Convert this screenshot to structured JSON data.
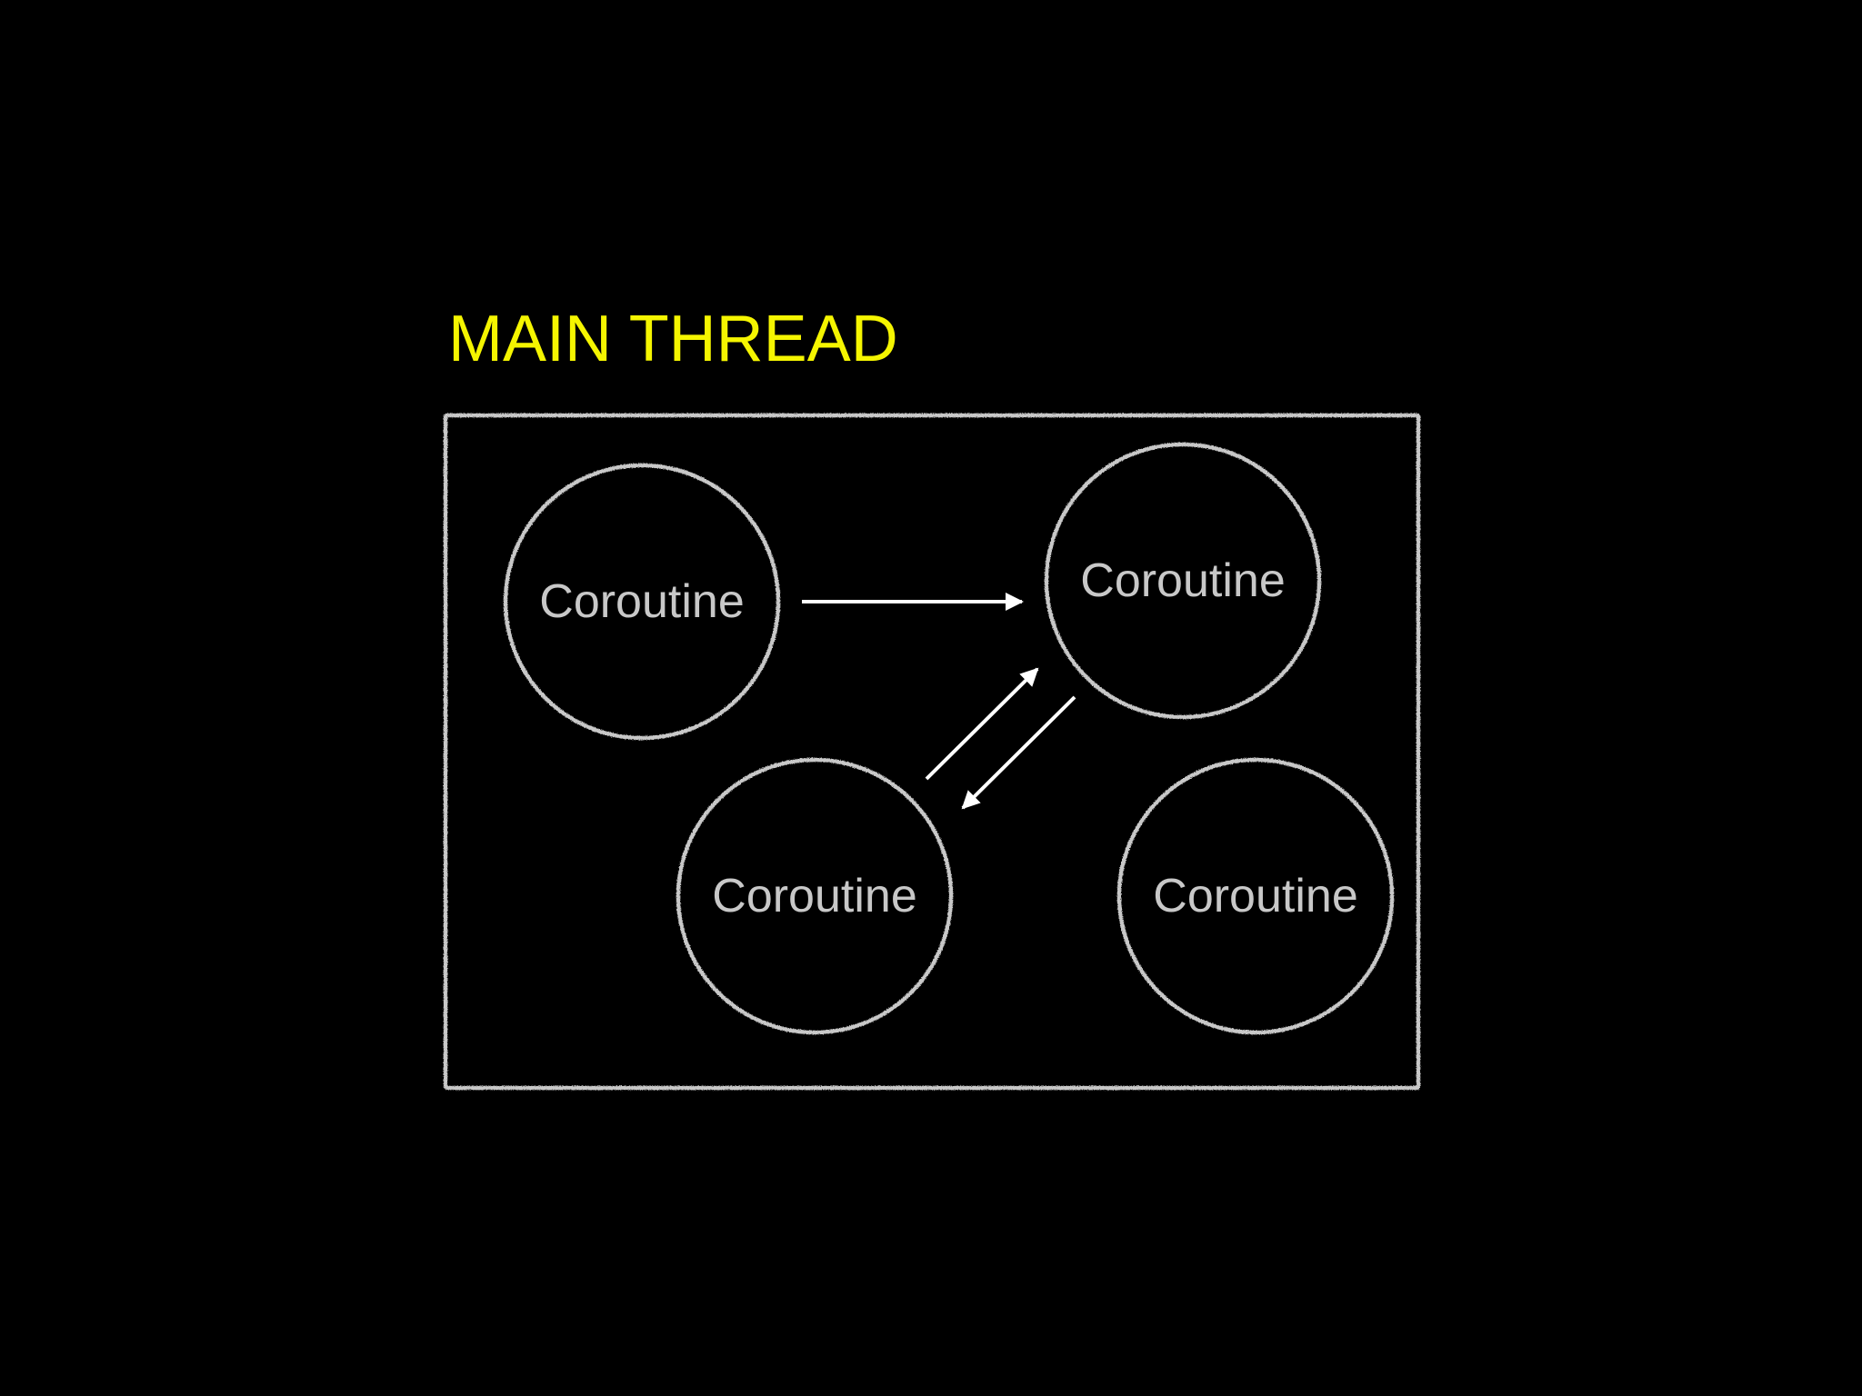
{
  "title": "MAIN THREAD",
  "colors": {
    "background": "#000000",
    "title": "#f5f500",
    "outline": "#c8c8c8",
    "arrow": "#ffffff"
  },
  "container": {
    "label": ""
  },
  "nodes": [
    {
      "id": "c1",
      "label": "Coroutine"
    },
    {
      "id": "c2",
      "label": "Coroutine"
    },
    {
      "id": "c3",
      "label": "Coroutine"
    },
    {
      "id": "c4",
      "label": "Coroutine"
    }
  ],
  "edges": [
    {
      "from": "c1",
      "to": "c2"
    },
    {
      "from": "c3",
      "to": "c2"
    },
    {
      "from": "c2",
      "to": "c3"
    }
  ]
}
